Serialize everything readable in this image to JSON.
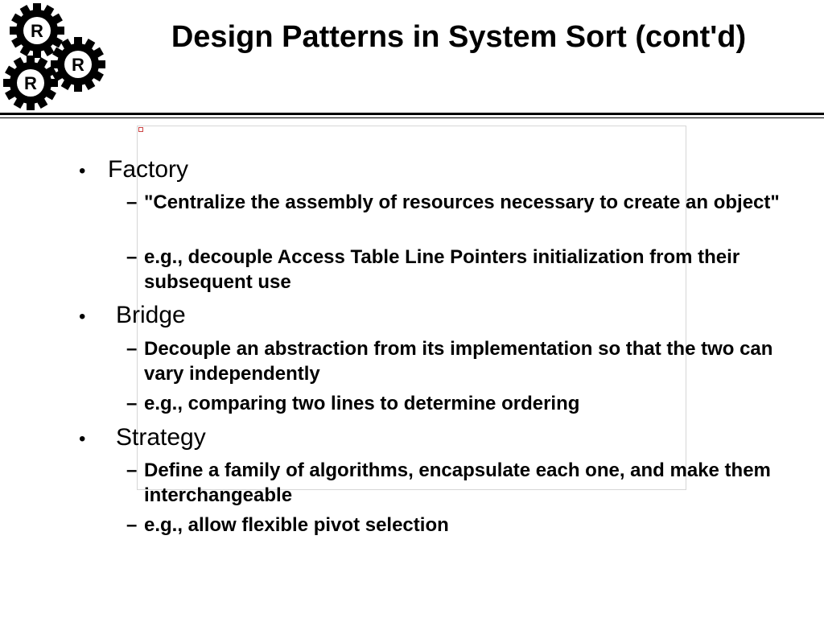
{
  "slide": {
    "title": "Design Patterns in System Sort (cont'd)",
    "logo": {
      "icon": "gear-logo-icon",
      "letters": [
        "R",
        "R",
        "R"
      ]
    },
    "bullet_symbol": "•",
    "dash_symbol": "–",
    "items": [
      {
        "label": "Factory",
        "subitems": [
          "\"Centralize the assembly of resources necessary to create an object\"",
          "e.g., decouple Access Table Line Pointers initialization from their subsequent use"
        ]
      },
      {
        "label": "Bridge",
        "subitems": [
          "Decouple an abstraction from its implementation so that the two can vary independently",
          "e.g., comparing two lines to determine ordering"
        ]
      },
      {
        "label": "Strategy",
        "subitems": [
          "Define a family of algorithms, encapsulate each one, and make them interchangeable",
          "e.g., allow flexible pivot selection"
        ]
      }
    ]
  }
}
